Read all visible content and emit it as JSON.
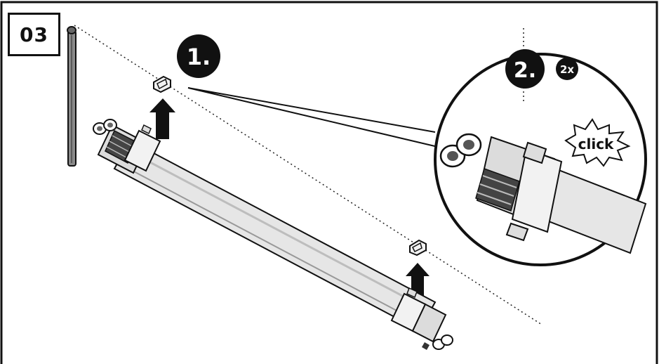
{
  "step": {
    "number": "03"
  },
  "instructions": {
    "step1": "1.",
    "step2": "2.",
    "repeat": "2x",
    "sound": "click"
  },
  "colors": {
    "ink": "#111111",
    "tube_fill": "#e6e6e6",
    "rod": "#8a8a8a"
  },
  "icons": [
    "mounting-rod-icon",
    "mounting-clip-icon",
    "arrow-up-icon",
    "luminaire-tube-icon",
    "magnifier-circle-icon",
    "click-burst-icon"
  ]
}
